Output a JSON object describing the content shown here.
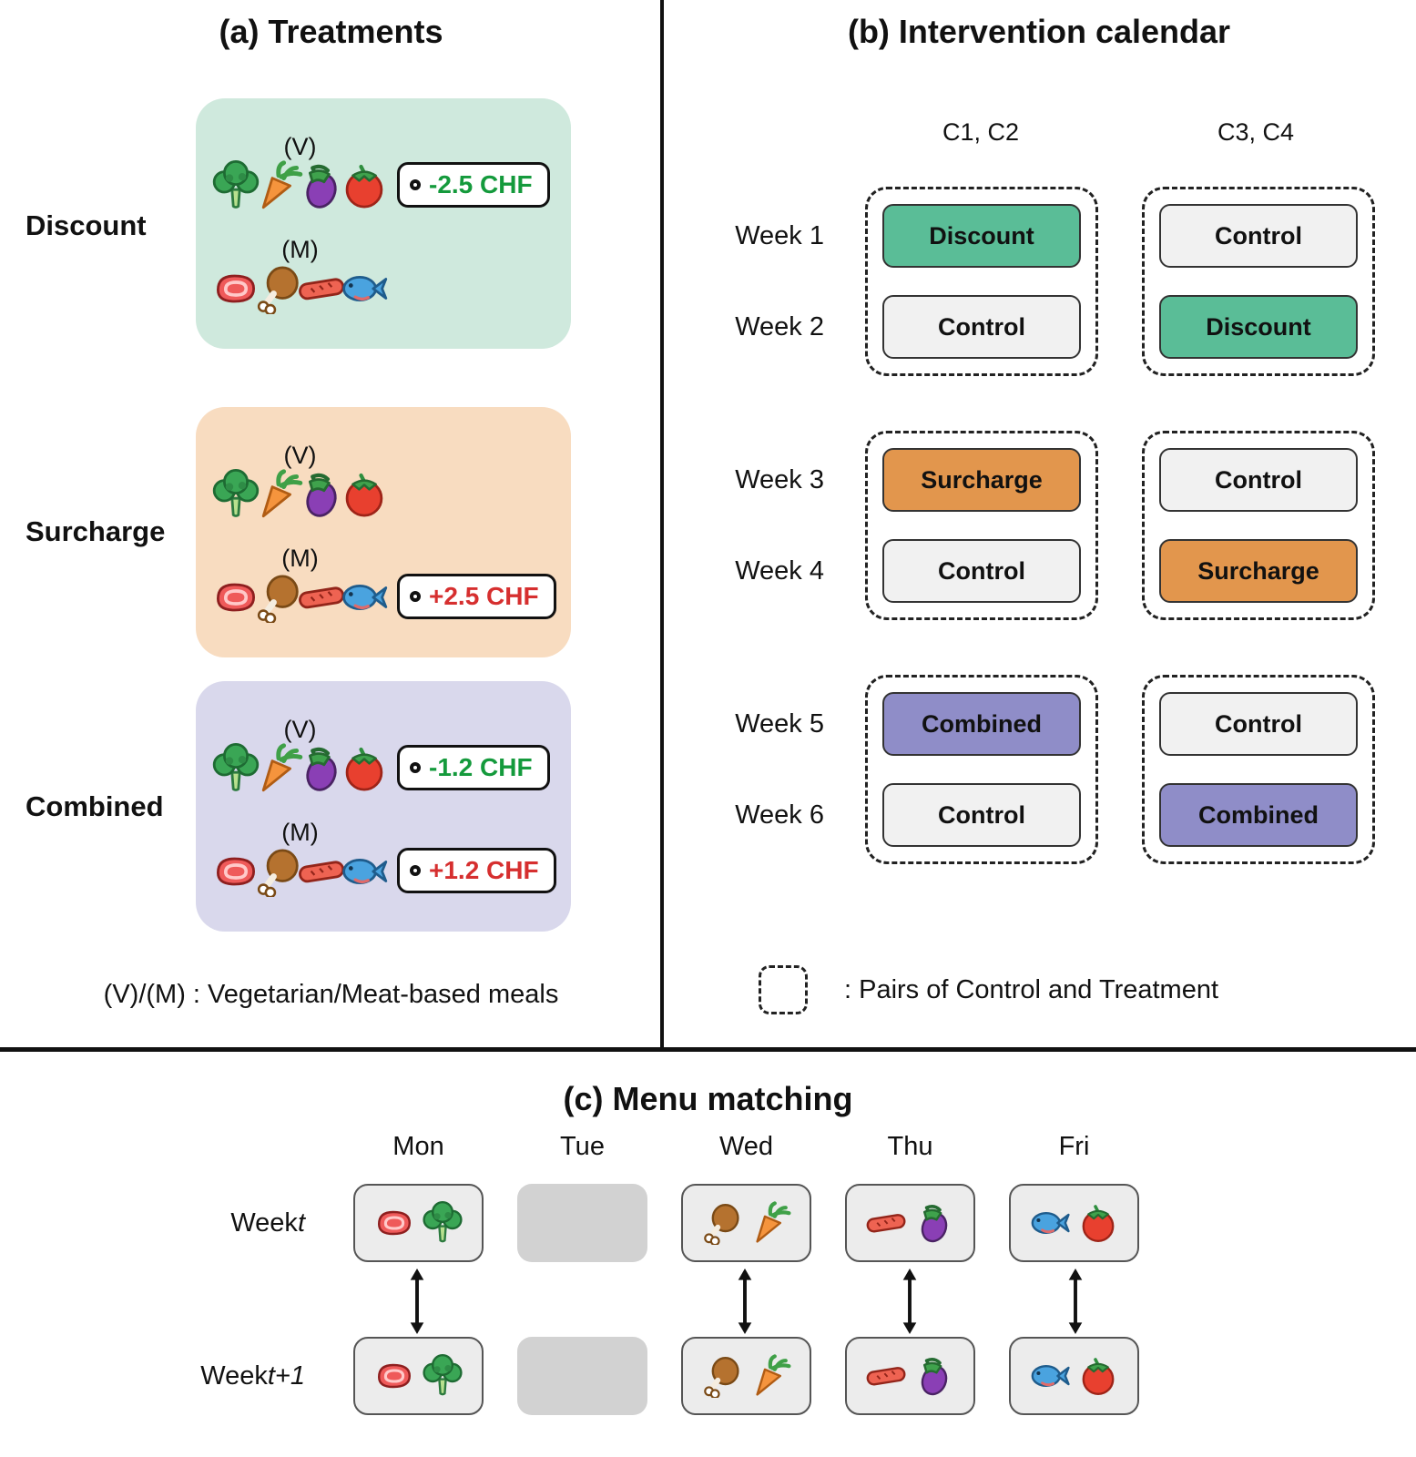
{
  "colors": {
    "discount": "#5abd97",
    "surcharge": "#e2964d",
    "combined": "#8f8dc8",
    "control": "#f1f1f1",
    "discount-bg": "#cfe9dd",
    "surcharge-bg": "#f8dcc0",
    "combined-bg": "#d9d8ec",
    "tag-green": "#149a3c",
    "tag-red": "#d62f2f"
  },
  "a": {
    "title": "(a) Treatments",
    "footnote": "(V)/(M) : Vegetarian/Meat-based meals",
    "treatments": [
      {
        "name": "Discount",
        "v_label": "(V)",
        "m_label": "(M)",
        "v_icons": [
          "broccoli",
          "carrot",
          "eggplant",
          "tomato"
        ],
        "m_icons": [
          "steak",
          "ham",
          "sausage",
          "fish"
        ],
        "v_tag": "-2.5 CHF"
      },
      {
        "name": "Surcharge",
        "v_label": "(V)",
        "m_label": "(M)",
        "v_icons": [
          "broccoli",
          "carrot",
          "eggplant",
          "tomato"
        ],
        "m_icons": [
          "steak",
          "ham",
          "sausage",
          "fish"
        ],
        "m_tag": "+2.5 CHF"
      },
      {
        "name": "Combined",
        "v_label": "(V)",
        "m_label": "(M)",
        "v_icons": [
          "broccoli",
          "carrot",
          "eggplant",
          "tomato"
        ],
        "m_icons": [
          "steak",
          "ham",
          "sausage",
          "fish"
        ],
        "v_tag": "-1.2 CHF",
        "m_tag": "+1.2 CHF"
      }
    ]
  },
  "b": {
    "title": "(b) Intervention calendar",
    "cohorts": [
      "C1, C2",
      "C3, C4"
    ],
    "groups": [
      {
        "weeks": [
          "Week 1",
          "Week 2"
        ],
        "left": [
          "Discount",
          "Control"
        ],
        "right": [
          "Control",
          "Discount"
        ]
      },
      {
        "weeks": [
          "Week 3",
          "Week 4"
        ],
        "left": [
          "Surcharge",
          "Control"
        ],
        "right": [
          "Control",
          "Surcharge"
        ]
      },
      {
        "weeks": [
          "Week 5",
          "Week 6"
        ],
        "left": [
          "Combined",
          "Control"
        ],
        "right": [
          "Control",
          "Combined"
        ]
      }
    ],
    "legend": ": Pairs of Control and Treatment"
  },
  "c": {
    "title": "(c) Menu matching",
    "days": [
      "Mon",
      "Tue",
      "Wed",
      "Thu",
      "Fri"
    ],
    "rows": [
      {
        "prefix": "Week ",
        "var": "t"
      },
      {
        "prefix": "Week ",
        "var": "t+1"
      }
    ],
    "menus": [
      {
        "day": "Mon",
        "items": [
          "steak",
          "broccoli"
        ]
      },
      {
        "day": "Tue",
        "items": []
      },
      {
        "day": "Wed",
        "items": [
          "ham",
          "carrot"
        ]
      },
      {
        "day": "Thu",
        "items": [
          "sausage",
          "eggplant"
        ]
      },
      {
        "day": "Fri",
        "items": [
          "fish",
          "tomato"
        ]
      }
    ]
  }
}
